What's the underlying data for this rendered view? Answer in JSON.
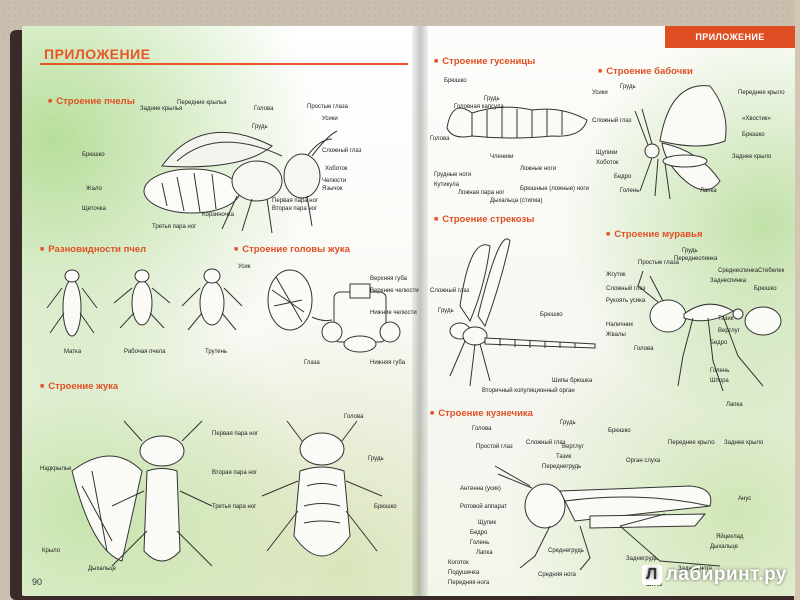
{
  "left_page": {
    "title": "ПРИЛОЖЕНИЕ",
    "page_number": "90",
    "bee": {
      "title": "Строение пчелы",
      "labels": [
        "Задние крылья",
        "Передние крылья",
        "Голова",
        "Простые глаза",
        "Усики",
        "Грудь",
        "Сложный глаз",
        "Брюшко",
        "Хоботок",
        "Жало",
        "Челюсти",
        "Язычок",
        "Щеточка",
        "Первая пара ног",
        "Корзиночка",
        "Вторая пара ног",
        "Третья пара ног"
      ]
    },
    "bee_types": {
      "title": "Разновидности пчел",
      "captions": [
        "Матка",
        "Рабочая пчела",
        "Трутень"
      ]
    },
    "beetle_head": {
      "title": "Строение головы жука",
      "labels": [
        "Усик",
        "Верхняя губа",
        "Верхние челюсти",
        "Нижние челюсти",
        "Глаза",
        "Нижняя губа"
      ]
    },
    "beetle": {
      "title": "Строение жука",
      "labels": [
        "Голова",
        "Первая пара ног",
        "Надкрылье",
        "Вторая пара ног",
        "Грудь",
        "Третья пара ног",
        "Брюшко",
        "Крыло",
        "Дыхальце"
      ]
    }
  },
  "right_page": {
    "header": "ПРИЛОЖЕНИЕ",
    "caterpillar": {
      "title": "Строение гусеницы",
      "labels": [
        "Брюшко",
        "Головная капсула",
        "Грудь",
        "Голова",
        "Грудные ноги",
        "Ложные ноги",
        "Членики",
        "Кутикула",
        "Ложная пара ног",
        "Брюшные (ложные) ноги",
        "Дыхальца (стигма)"
      ]
    },
    "butterfly": {
      "title": "Строение бабочки",
      "labels": [
        "Усики",
        "Грудь",
        "Переднее крыло",
        "Сложный глаз",
        "«Хвостик»",
        "Брюшко",
        "Щупики",
        "Хоботок",
        "Заднее крыло",
        "Бедро",
        "Голень",
        "Лапка"
      ]
    },
    "dragonfly": {
      "title": "Строение стрекозы",
      "labels": [
        "Сложный глаз",
        "Грудь",
        "Брюшко",
        "Вторичный копуляционный орган",
        "Шипы брюшка"
      ]
    },
    "ant": {
      "title": "Строение муравья",
      "labels": [
        "Грудь",
        "Простые глаза",
        "Переднеспинка",
        "Среднеспинка",
        "Стебелек",
        "Жгутик",
        "Заднеспинка",
        "Брюшко",
        "Сложный глаз",
        "Рукоять усика",
        "Наличник",
        "Жвалы",
        "Голова",
        "Тазик",
        "Вертлуг",
        "Бедро",
        "Голень",
        "Шпора",
        "Лапка"
      ]
    },
    "grasshopper": {
      "title": "Строение кузнечика",
      "labels": [
        "Голова",
        "Грудь",
        "Брюшко",
        "Простой глаз",
        "Сложный глаз",
        "Вертлуг",
        "Переднее крыло",
        "Заднее крыло",
        "Тазик",
        "Переднегрудь",
        "Орган слуха",
        "Антенна (усик)",
        "Ротовой аппарат",
        "Анус",
        "Щупик",
        "Бедро",
        "Голень",
        "Лапка",
        "Коготок",
        "Подушечка",
        "Передняя нога",
        "Средняя нога",
        "Среднегрудь",
        "Заднегрудь",
        "Яйцеклад",
        "Дыхальце",
        "Задняя нога",
        "Шипы"
      ]
    }
  },
  "watermark": "лабиринт.ру",
  "colors": {
    "accent": "#e04f24",
    "page": "#f8f8f4",
    "green": "#7ec44a"
  }
}
